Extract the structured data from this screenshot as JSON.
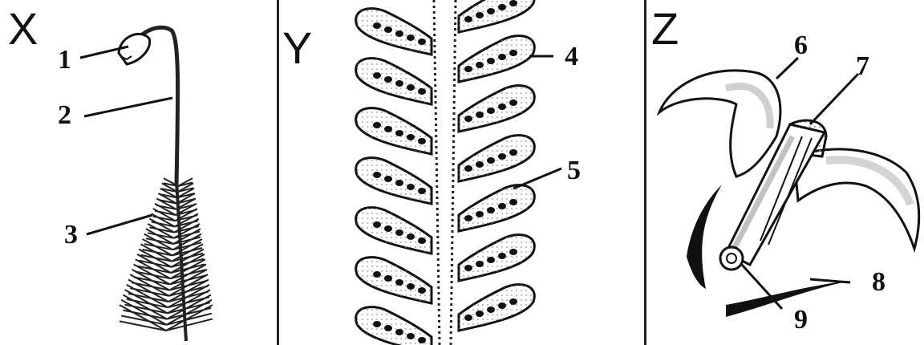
{
  "panels": [
    {
      "letter": "X",
      "subject": "moss-sporophyte"
    },
    {
      "letter": "Y",
      "subject": "fern-frond-pinnae"
    },
    {
      "letter": "Z",
      "subject": "stamen-flower"
    }
  ],
  "labels": [
    "1",
    "2",
    "3",
    "4",
    "5",
    "6",
    "7",
    "8",
    "9"
  ],
  "colors": {
    "ink": "#111111",
    "paper": "#ffffff",
    "stipple": "#9a9a9a"
  }
}
